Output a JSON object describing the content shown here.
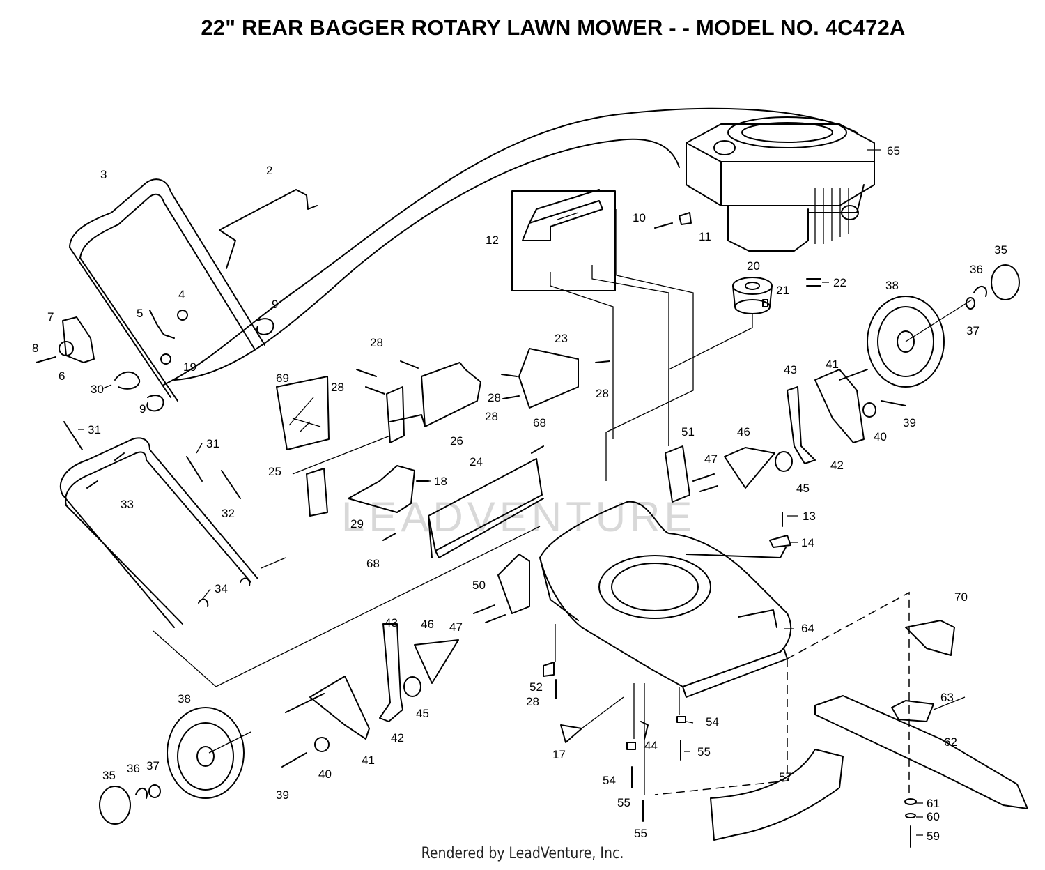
{
  "header": {
    "title": "22\" REAR BAGGER ROTARY LAWN MOWER - - MODEL NO. 4C472A"
  },
  "footer": {
    "credit": "Rendered by LeadVenture, Inc."
  },
  "watermark": {
    "text": "LEADVENTURE"
  },
  "callouts": [
    {
      "num": "2"
    },
    {
      "num": "3"
    },
    {
      "num": "4"
    },
    {
      "num": "5"
    },
    {
      "num": "6"
    },
    {
      "num": "7"
    },
    {
      "num": "8"
    },
    {
      "num": "9"
    },
    {
      "num": "9"
    },
    {
      "num": "10"
    },
    {
      "num": "11"
    },
    {
      "num": "12"
    },
    {
      "num": "13"
    },
    {
      "num": "14"
    },
    {
      "num": "17"
    },
    {
      "num": "18"
    },
    {
      "num": "19"
    },
    {
      "num": "20"
    },
    {
      "num": "21"
    },
    {
      "num": "22"
    },
    {
      "num": "23"
    },
    {
      "num": "24"
    },
    {
      "num": "25"
    },
    {
      "num": "26"
    },
    {
      "num": "28"
    },
    {
      "num": "28"
    },
    {
      "num": "28"
    },
    {
      "num": "28"
    },
    {
      "num": "28"
    },
    {
      "num": "29"
    },
    {
      "num": "30"
    },
    {
      "num": "31"
    },
    {
      "num": "31"
    },
    {
      "num": "32"
    },
    {
      "num": "33"
    },
    {
      "num": "34"
    },
    {
      "num": "35"
    },
    {
      "num": "35"
    },
    {
      "num": "36"
    },
    {
      "num": "36"
    },
    {
      "num": "37"
    },
    {
      "num": "37"
    },
    {
      "num": "38"
    },
    {
      "num": "38"
    },
    {
      "num": "39"
    },
    {
      "num": "39"
    },
    {
      "num": "40"
    },
    {
      "num": "40"
    },
    {
      "num": "41"
    },
    {
      "num": "41"
    },
    {
      "num": "42"
    },
    {
      "num": "42"
    },
    {
      "num": "43"
    },
    {
      "num": "43"
    },
    {
      "num": "44"
    },
    {
      "num": "45"
    },
    {
      "num": "45"
    },
    {
      "num": "46"
    },
    {
      "num": "46"
    },
    {
      "num": "47"
    },
    {
      "num": "47"
    },
    {
      "num": "50"
    },
    {
      "num": "51"
    },
    {
      "num": "52"
    },
    {
      "num": "54"
    },
    {
      "num": "54"
    },
    {
      "num": "55"
    },
    {
      "num": "55"
    },
    {
      "num": "55"
    },
    {
      "num": "57"
    },
    {
      "num": "59"
    },
    {
      "num": "60"
    },
    {
      "num": "61"
    },
    {
      "num": "62"
    },
    {
      "num": "63"
    },
    {
      "num": "64"
    },
    {
      "num": "65"
    },
    {
      "num": "68"
    },
    {
      "num": "68"
    },
    {
      "num": "69"
    },
    {
      "num": "70"
    },
    {
      "num": "28"
    }
  ]
}
